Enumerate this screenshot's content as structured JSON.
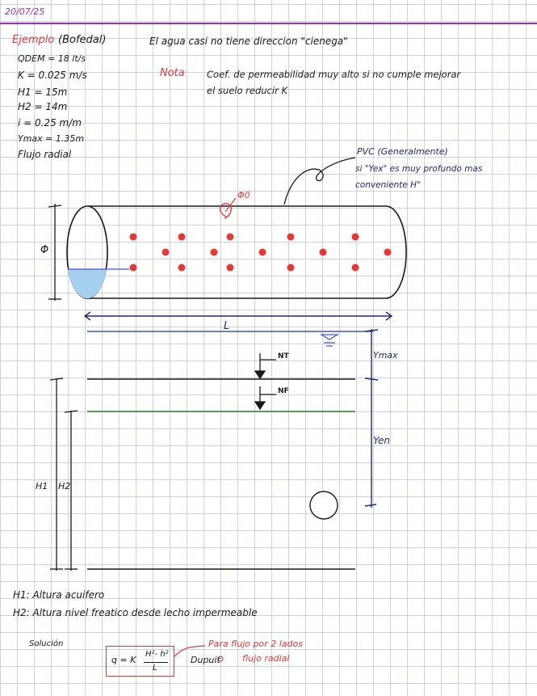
{
  "header": {
    "date": "20/07/25"
  },
  "example": {
    "title": "Ejemplo",
    "type": "(Bofedal)",
    "remark": "El agua casi no tiene direccion \"cienega\""
  },
  "givens": [
    "QDEM = 18 lt/s",
    "K = 0.025 m/s",
    "H1 = 15m",
    "H2 = 14m",
    "i = 0.25 m/m",
    "Ymax = 1.35m",
    "Flujo radial"
  ],
  "note": {
    "label": "Nota",
    "line1": "Coef. de permeabilidad muy alto si no cumple mejorar",
    "line2": "el suelo reducir K"
  },
  "pipe_note": {
    "line1": "PVC (Generalmente)",
    "line2": "si \"Yex\" es muy profundo mas",
    "line3": "conveniente H°"
  },
  "diagram": {
    "hole_label": "Φ0",
    "diameter_label": "Φ",
    "length_label": "L",
    "nt_label": "NT",
    "nf_label": "NF",
    "ymax_label": "Ymax",
    "yen_label": "Yen",
    "h1_label": "H1",
    "h2_label": "H2"
  },
  "definitions": {
    "h1": "H1: Altura acuifero",
    "h2": "H2: Altura nivel freatico desde lecho impermeable"
  },
  "solution": {
    "label": "Solución",
    "formula_lhs": "q = K",
    "formula_numerator": "H²- h²",
    "formula_denominator": "L",
    "method": "Dupuit",
    "annotation1": "Para flujo por 2 lados",
    "annotation2": "flujo radial"
  },
  "colors": {
    "purple": "#9b2fae",
    "red": "#e53935",
    "navy": "#1e2a78",
    "blue_line": "#3a56d4",
    "green_line": "#2e7d32",
    "water": "#a7d0f0",
    "grid": "#c9d1e3"
  }
}
